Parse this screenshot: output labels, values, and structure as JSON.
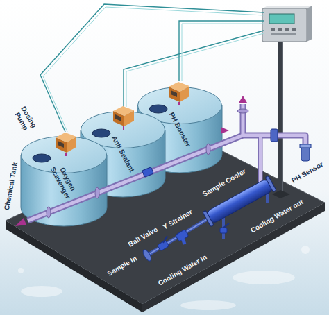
{
  "diagram": {
    "nodes": [
      {
        "text": [
          "Oxygen Scavenger"
        ]
      },
      {
        "text": [
          "Anti Sealant"
        ]
      },
      {
        "text": [
          "PH Booster"
        ]
      }
    ],
    "labels": [
      "Dosing Pump",
      "Chemical Tank",
      "Sample Cooler",
      "Y Strainer",
      "Ball Valve",
      "Sample In",
      "Cooling Water In",
      "Cooling Water out",
      "PH Sensor"
    ]
  }
}
